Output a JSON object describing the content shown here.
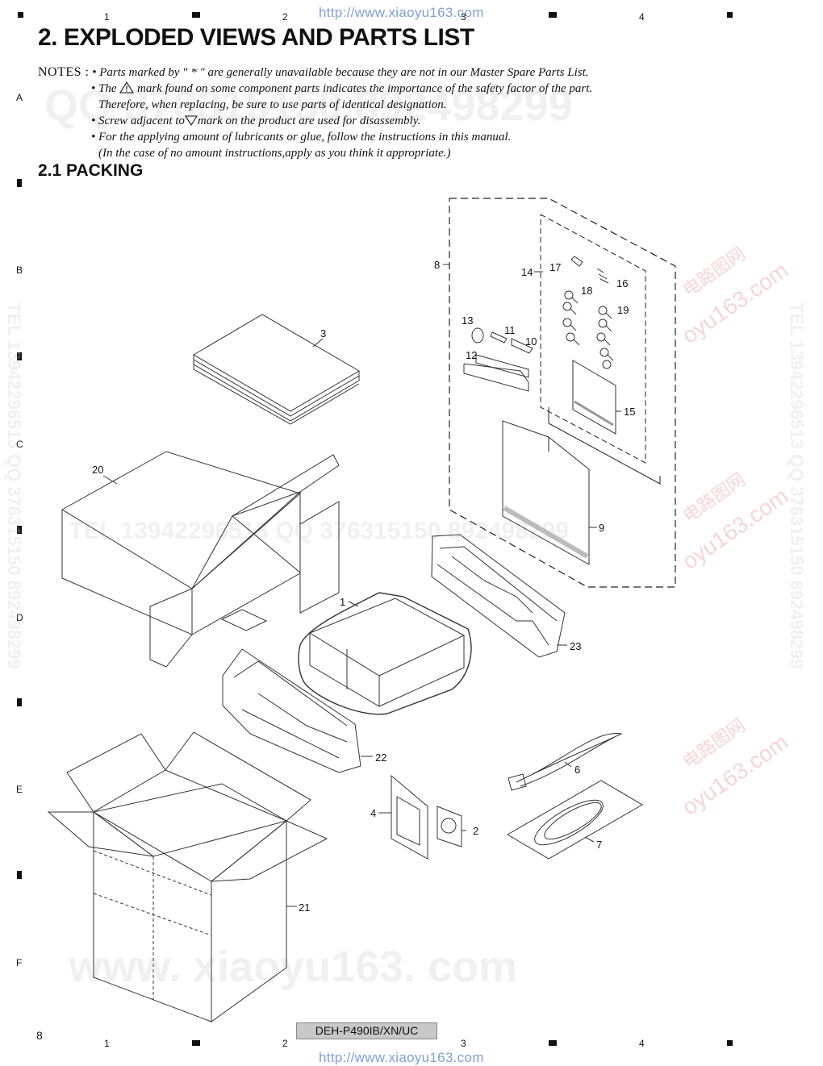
{
  "header": {
    "url": "http://www.xiaoyu163.com",
    "column_numbers": [
      "1",
      "2",
      "3",
      "4"
    ]
  },
  "row_letters": [
    "A",
    "B",
    "C",
    "D",
    "E",
    "F"
  ],
  "title": "2. EXPLODED VIEWS AND PARTS LIST",
  "notes": {
    "label": "NOTES :",
    "lines": [
      "• Parts marked by  \" * \"  are generally unavailable because they are not in our Master Spare Parts List.",
      "• The ",
      " mark found on some component parts indicates the importance of the safety factor of the part.",
      "Therefore, when replacing, be sure to use parts of identical designation.",
      "• Screw adjacent to",
      "mark on the product are used for disassembly.",
      "• For the applying amount of lubricants or glue, follow the instructions in this manual.",
      "(In the case of no amount instructions,apply as you think it appropriate.)"
    ]
  },
  "section_title": "2.1  PACKING",
  "part_labels": [
    "1",
    "2",
    "3",
    "4",
    "6",
    "7",
    "8",
    "9",
    "10",
    "11",
    "12",
    "13",
    "14",
    "15",
    "16",
    "17",
    "18",
    "19",
    "20",
    "21",
    "22",
    "23"
  ],
  "watermarks": {
    "qq_top": "QQ 376315150  892498299",
    "tel_mid": "TEL 13942296513   QQ 376315150  892498299",
    "side_left": "TEL 13942296513  QQ 376315150  892498299",
    "side_right": "TEL 13942296513  QQ 376315150  892498299",
    "bottom": "www. xiaoyu163. com",
    "red_cn": "电路图网",
    "red_url": "oyu163.com"
  },
  "footer": {
    "page_number": "8",
    "model": "DEH-P490IB/XN/UC",
    "url": "http://www.xiaoyu163.com"
  }
}
